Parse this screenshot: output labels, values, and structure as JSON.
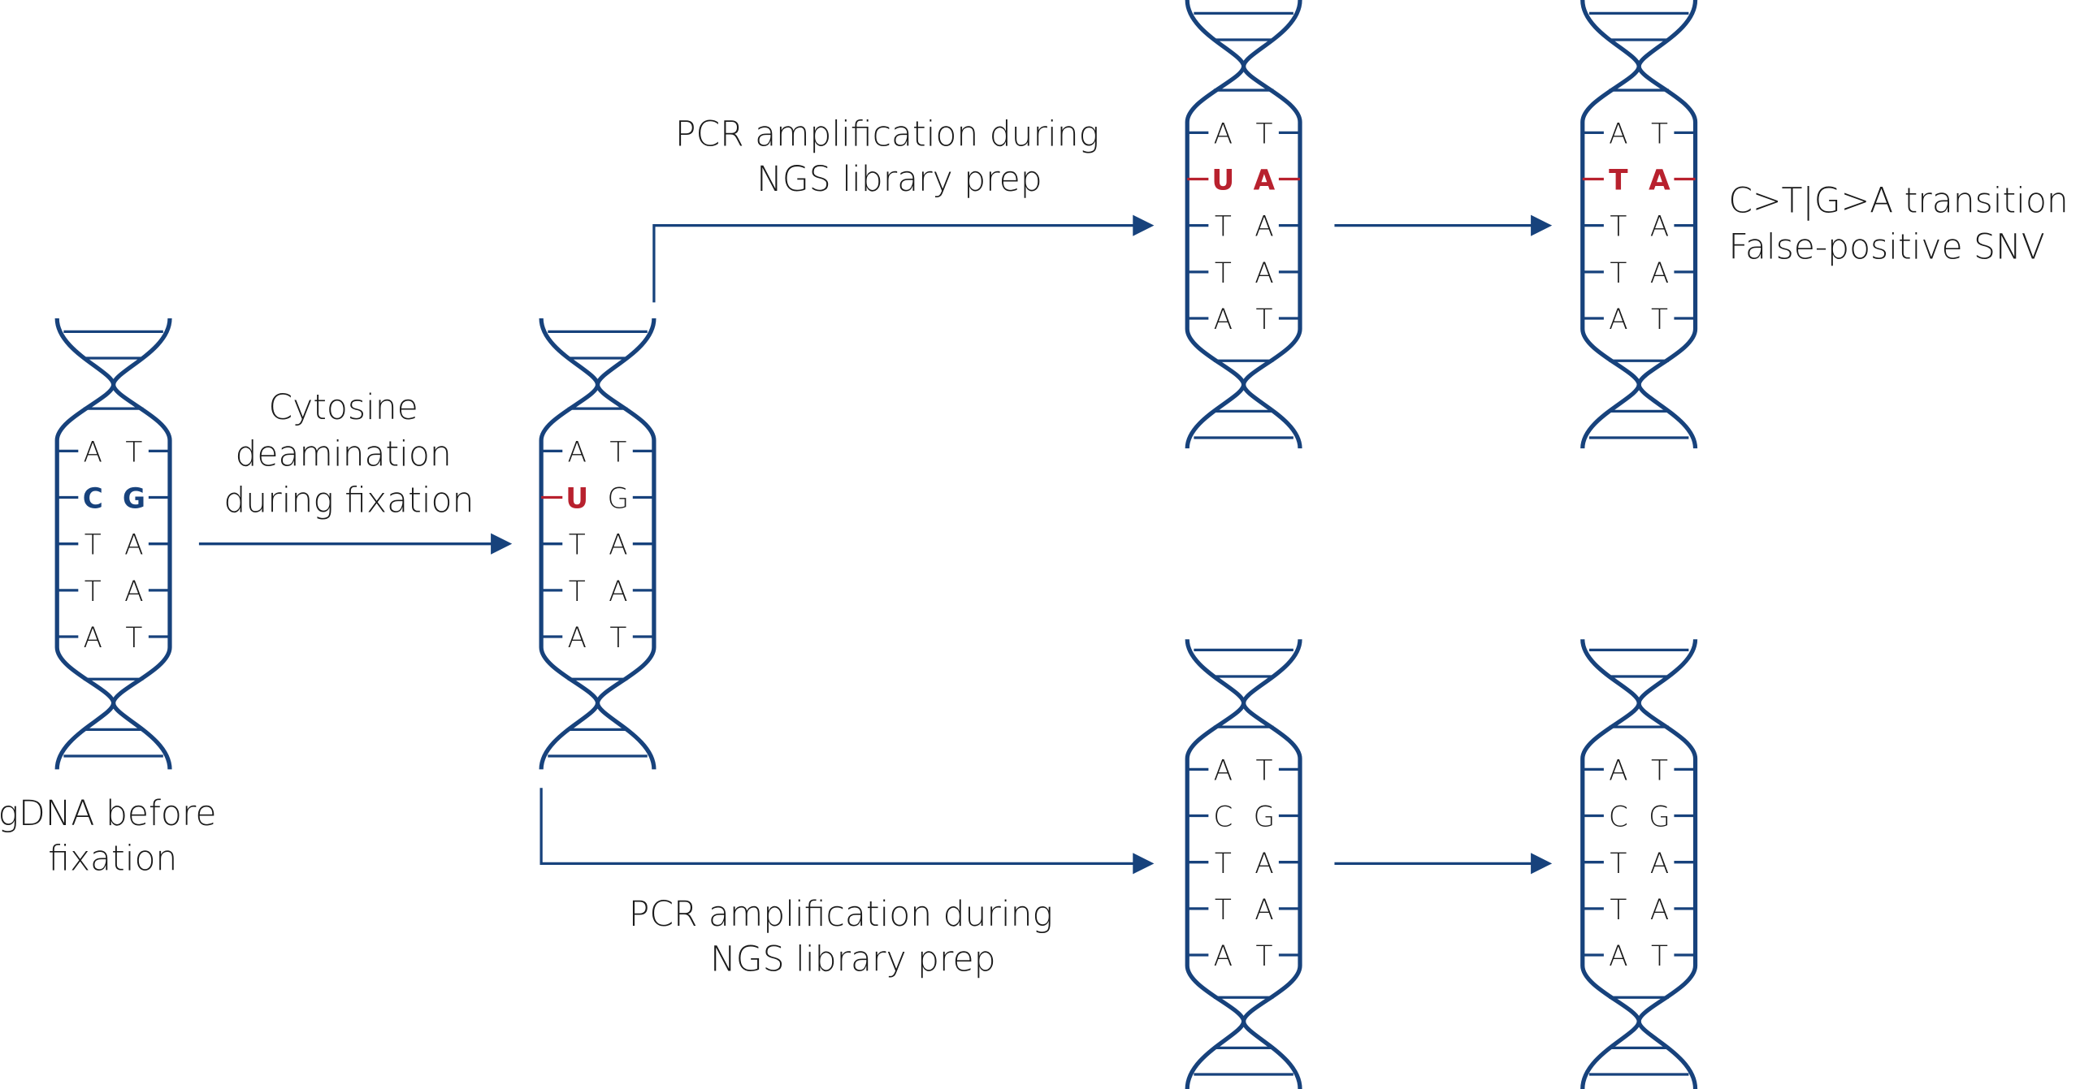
{
  "colors": {
    "helix_blue": "#17427c",
    "mutation_red": "#b8212e",
    "text": "#1a1a1a"
  },
  "labels": {
    "gdna_before": [
      "gDNA before",
      "fixation"
    ],
    "cytosine_deamination": [
      "Cytosine",
      "deamination",
      "during fixation"
    ],
    "pcr_top": [
      "PCR amplification during",
      "NGS library prep"
    ],
    "pcr_bottom": [
      "PCR amplification during",
      "NGS library prep"
    ],
    "result": [
      "C>T|G>A transition",
      "False-positive SNV"
    ]
  },
  "helices": [
    {
      "id": "gdna-original",
      "pairs": [
        {
          "left": "A",
          "right": "T"
        },
        {
          "left": "C",
          "right": "G",
          "highlight": "blue-bold"
        },
        {
          "left": "T",
          "right": "A"
        },
        {
          "left": "T",
          "right": "A"
        },
        {
          "left": "A",
          "right": "T"
        }
      ]
    },
    {
      "id": "deaminated",
      "pairs": [
        {
          "left": "A",
          "right": "T"
        },
        {
          "left": "U",
          "right": "G",
          "highlight": "left-red-bold"
        },
        {
          "left": "T",
          "right": "A"
        },
        {
          "left": "T",
          "right": "A"
        },
        {
          "left": "A",
          "right": "T"
        }
      ]
    },
    {
      "id": "pcr-top-intermediate",
      "pairs": [
        {
          "left": "A",
          "right": "T"
        },
        {
          "left": "U",
          "right": "A",
          "highlight": "red-bold"
        },
        {
          "left": "T",
          "right": "A"
        },
        {
          "left": "T",
          "right": "A"
        },
        {
          "left": "A",
          "right": "T"
        }
      ]
    },
    {
      "id": "pcr-top-result",
      "pairs": [
        {
          "left": "A",
          "right": "T"
        },
        {
          "left": "T",
          "right": "A",
          "highlight": "red-bold"
        },
        {
          "left": "T",
          "right": "A"
        },
        {
          "left": "T",
          "right": "A"
        },
        {
          "left": "A",
          "right": "T"
        }
      ]
    },
    {
      "id": "pcr-bottom-intermediate",
      "pairs": [
        {
          "left": "A",
          "right": "T"
        },
        {
          "left": "C",
          "right": "G"
        },
        {
          "left": "T",
          "right": "A"
        },
        {
          "left": "T",
          "right": "A"
        },
        {
          "left": "A",
          "right": "T"
        }
      ]
    },
    {
      "id": "pcr-bottom-result",
      "pairs": [
        {
          "left": "A",
          "right": "T"
        },
        {
          "left": "C",
          "right": "G"
        },
        {
          "left": "T",
          "right": "A"
        },
        {
          "left": "T",
          "right": "A"
        },
        {
          "left": "A",
          "right": "T"
        }
      ]
    }
  ]
}
